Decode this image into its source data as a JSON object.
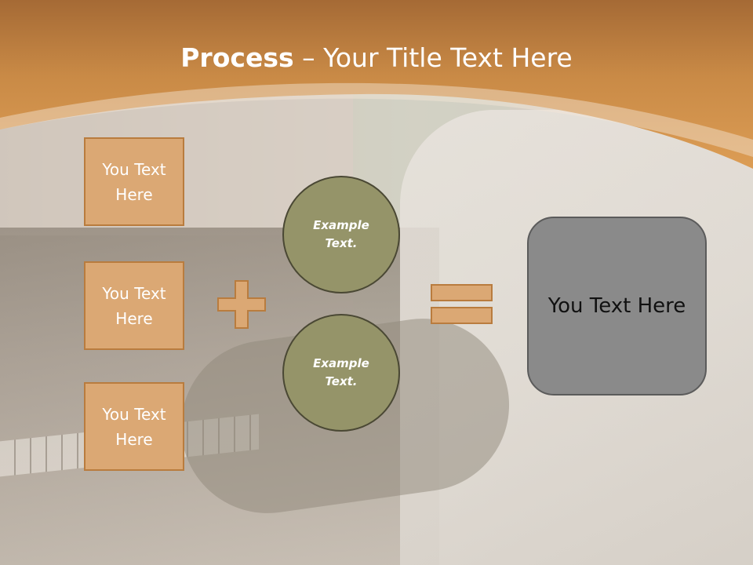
{
  "slide": {
    "title_bold": "Process",
    "title_rest": " – Your Title Text Here",
    "left_boxes": [
      {
        "label": "You Text Here"
      },
      {
        "label": "You Text Here"
      },
      {
        "label": "You Text Here"
      }
    ],
    "circles": [
      {
        "label": "Example Text."
      },
      {
        "label": "Example Text."
      }
    ],
    "result_label": "You Text Here",
    "colors": {
      "header_orange": "#d08f4a",
      "box_fill": "#dba874",
      "box_border": "#b97c3e",
      "circle_fill": "#959469",
      "result_fill": "#8a8a8a"
    },
    "icons": {
      "operator_1": "plus-icon",
      "operator_2": "equals-icon"
    }
  }
}
